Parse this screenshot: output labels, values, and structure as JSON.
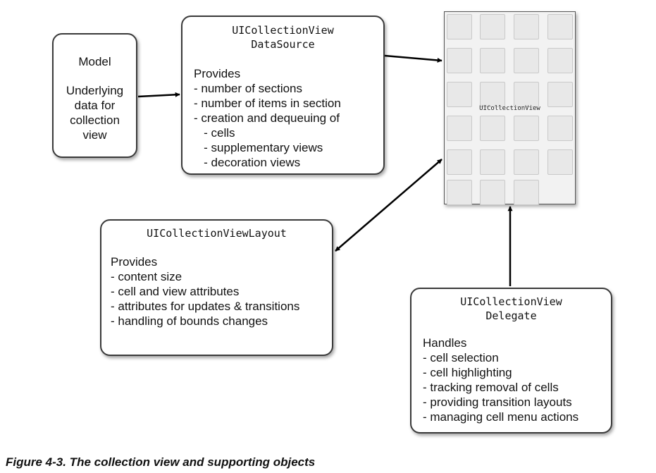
{
  "model": {
    "title": "Model",
    "body": [
      "Underlying",
      "data for",
      "collection",
      "view"
    ]
  },
  "datasource": {
    "title": [
      "UICollectionView",
      "DataSource"
    ],
    "heading": "Provides",
    "items": [
      "- number of sections",
      "- number of items in section",
      "- creation and dequeuing of",
      "   - cells",
      "   - supplementary views",
      "   - decoration views"
    ]
  },
  "layout": {
    "title": "UICollectionViewLayout",
    "heading": "Provides",
    "items": [
      "- content size",
      "- cell and view attributes",
      "- attributes for updates & transitions",
      "- handling of bounds changes"
    ]
  },
  "delegate": {
    "title": [
      "UICollectionView",
      "Delegate"
    ],
    "heading": "Handles",
    "items": [
      "- cell selection",
      "- cell highlighting",
      "- tracking removal of cells",
      "- providing transition layouts",
      "- managing cell menu actions"
    ]
  },
  "collection_view": {
    "label": "UICollectionView"
  },
  "caption": "Figure 4-3.  The collection view and supporting objects"
}
